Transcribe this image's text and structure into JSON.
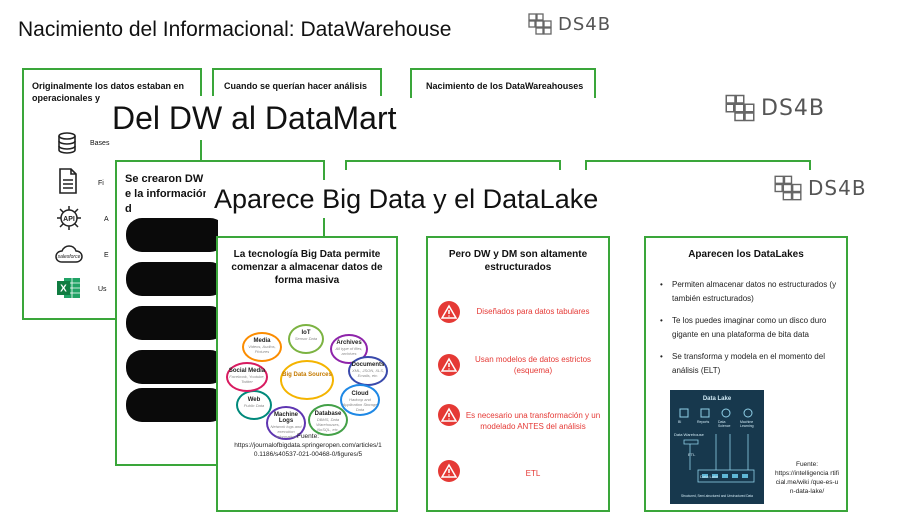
{
  "slide1": {
    "title": "Nacimiento del Informacional: DataWarehouse",
    "logo": "DS4B",
    "cards": [
      "Originalmente los datos estaban en operacionales y",
      "Cuando se querían hacer análisis",
      "Nacimiento de los DataWareahouses"
    ],
    "sources": [
      "Bases",
      "Fi",
      "A",
      "E",
      "Us"
    ],
    "api_label": "API",
    "salesforce_label": "salesforce",
    "excel_label": "X"
  },
  "slide2": {
    "title": "Del DW al DataMart",
    "logo": "DS4B",
    "card_text": "Se crearon DW e la información d"
  },
  "slide3": {
    "title": "Aparece Big Data y el DataLake",
    "logo": "DS4B",
    "card1": {
      "title": "La tecnología Big Data permite comenzar a almacenar datos de forma masiva",
      "center": "Big Data Sources",
      "bubbles": [
        {
          "label": "IoT",
          "sub": "Sensor Data"
        },
        {
          "label": "Archives",
          "sub": "All type of files, archives"
        },
        {
          "label": "Documents",
          "sub": "XML, JSON, XLS, Emails, etc."
        },
        {
          "label": "Cloud",
          "sub": "Hadoop and Application Storage Data"
        },
        {
          "label": "Database",
          "sub": "DBMS, Data Warehouses, NoSQL, etc."
        },
        {
          "label": "Machine Logs",
          "sub": "Network logs and execution information"
        },
        {
          "label": "Web",
          "sub": "Public Data"
        },
        {
          "label": "Social Media",
          "sub": "Facebook, Youtube, Twitter"
        },
        {
          "label": "Media",
          "sub": "Videos, Audios, Pictures"
        }
      ],
      "source": "Fuente:\nhttps://journalofbigdata.springeropen.com/articles/10.1186/s40537-021-00468-0/figures/5"
    },
    "card2": {
      "title": "Pero DW y DM son altamente estructurados",
      "items": [
        "Diseñados para datos tabulares",
        "Usan modelos de datos estrictos (esquema)",
        "Es necesario una transformación y un modelado ANTES del análisis",
        "ETL"
      ]
    },
    "card3": {
      "title": "Aparecen los DataLakes",
      "bullets": [
        "Permiten almacenar datos no estructurados (y también estructurados)",
        "Te los puedes imaginar como un disco duro gigante en una plataforma de bita data",
        "Se transforma y modela en el momento del análisis (ELT)"
      ],
      "diagram": {
        "title": "Data Lake",
        "nodes": [
          "BI",
          "Reports",
          "Data Science",
          "Machine Learning"
        ],
        "warehouse": "Data Warehouse",
        "etl": "ETL",
        "lake": "Data Lake",
        "footer": "Structured, Semi-structured and Unstructured Data"
      },
      "source": "Fuente:\nhttps://intelligencia rtificial.me/wiki /que-es-un-data-lake/"
    }
  },
  "colors": {
    "accent": "#3aa63a",
    "warning": "#e53935",
    "diagram_bg": "#17384d"
  }
}
